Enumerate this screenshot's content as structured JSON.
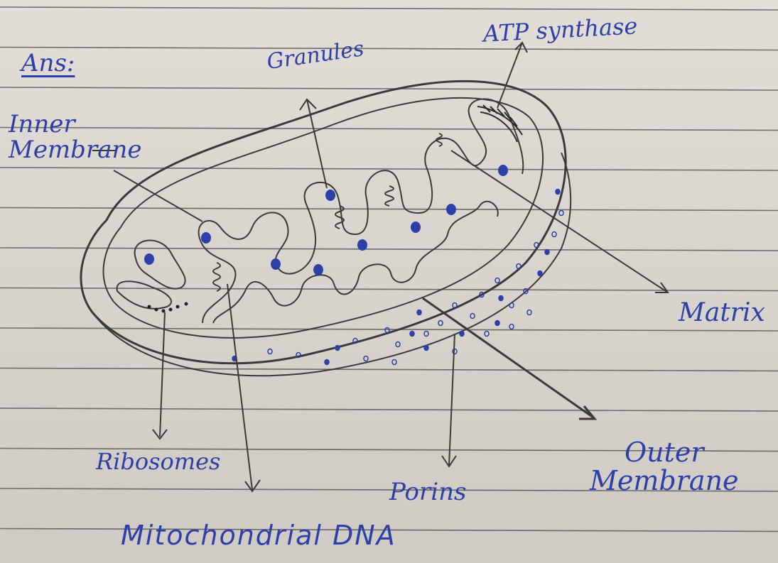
{
  "labels": {
    "ans": "Ans:",
    "inner_membrane_line1": "Inner",
    "inner_membrane_line2": "Membrane",
    "granules": "Granules",
    "atp_synthase": "ATP synthase",
    "matrix": "Matrix",
    "ribosomes": "Ribosomes",
    "porins": "Porins",
    "outer_membrane_line1": "Outer",
    "outer_membrane_line2": "Membrane",
    "mitochondrial_dna": "Mitochondrial DNA"
  },
  "colors": {
    "ink_blue": "#2d3fa8",
    "pencil": "#3a3a3a",
    "paper": "#dcd7d0",
    "ruled_line": "#4a4a4a"
  }
}
